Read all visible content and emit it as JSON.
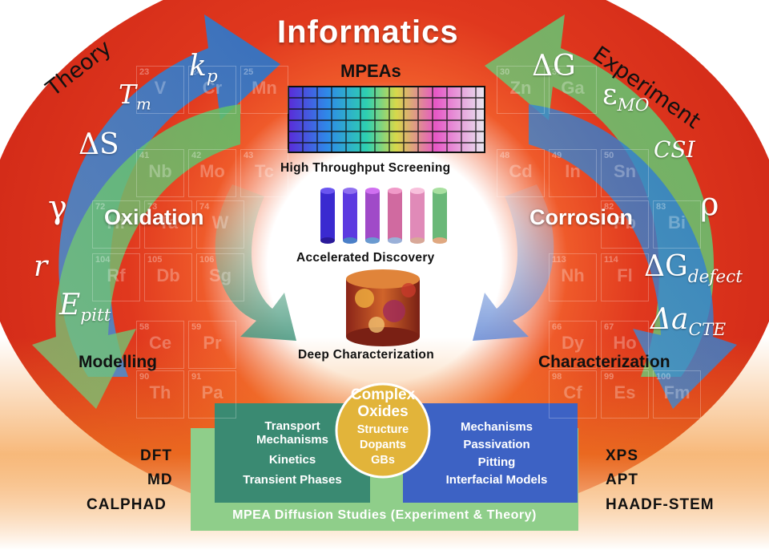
{
  "title": "Informatics",
  "header": "MPEAs",
  "left_arc_label": "Theory",
  "right_arc_label": "Experiment",
  "center_steps": {
    "screening": "High Throughput Screening",
    "discovery": "Accelerated Discovery",
    "characterization": "Deep Characterization"
  },
  "left_theme": "Oxidation",
  "right_theme": "Corrosion",
  "left_symbols": {
    "kp_base": "k",
    "kp_sub": "p",
    "tm_base": "T",
    "tm_sub": "m",
    "ds": "ΔS",
    "gamma": "γ",
    "r": "r",
    "epitt_base": "E",
    "epitt_sub": "pitt"
  },
  "right_symbols": {
    "dg": "ΔG",
    "emo_base": "ε",
    "emo_sub": "MO",
    "csi": "CSI",
    "rho": "ρ",
    "dgdef_base": "ΔG",
    "dgdef_sub": "defect",
    "dacte_base": "Δa",
    "dacte_sub": "CTE"
  },
  "left_stage": "Modelling",
  "right_stage": "Characterization",
  "left_methods": [
    "DFT",
    "MD",
    "CALPHAD"
  ],
  "right_methods": [
    "XPS",
    "APT",
    "HAADF-STEM"
  ],
  "transport_box": [
    "Transport",
    "Mechanisms",
    "Kinetics",
    "Transient Phases"
  ],
  "mechanisms_box": [
    "Mechanisms",
    "Passivation",
    "Pitting",
    "Interfacial Models"
  ],
  "oxides_circle": {
    "title_1": "Complex",
    "title_2": "Oxides",
    "items": [
      "Structure",
      "Dopants",
      "GBs"
    ]
  },
  "diffusion_bar": "MPEA Diffusion Studies (Experiment & Theory)",
  "periodic_elements": [
    {
      "n": "23",
      "s": "V"
    },
    {
      "n": "24",
      "s": "Cr"
    },
    {
      "n": "25",
      "s": "Mn"
    },
    {
      "n": "30",
      "s": "Zn"
    },
    {
      "n": "31",
      "s": "Ga"
    },
    {
      "n": "41",
      "s": "Nb"
    },
    {
      "n": "42",
      "s": "Mo"
    },
    {
      "n": "43",
      "s": "Tc"
    },
    {
      "n": "48",
      "s": "Cd"
    },
    {
      "n": "49",
      "s": "In"
    },
    {
      "n": "50",
      "s": "Sn"
    },
    {
      "n": "72",
      "s": "Hf"
    },
    {
      "n": "73",
      "s": "Ta"
    },
    {
      "n": "74",
      "s": "W"
    },
    {
      "n": "82",
      "s": "Pb"
    },
    {
      "n": "83",
      "s": "Bi"
    },
    {
      "n": "104",
      "s": "Rf"
    },
    {
      "n": "105",
      "s": "Db"
    },
    {
      "n": "106",
      "s": "Sg"
    },
    {
      "n": "113",
      "s": "Nh"
    },
    {
      "n": "114",
      "s": "Fl"
    },
    {
      "n": "58",
      "s": "Ce"
    },
    {
      "n": "59",
      "s": "Pr"
    },
    {
      "n": "66",
      "s": "Dy"
    },
    {
      "n": "67",
      "s": "Ho"
    },
    {
      "n": "90",
      "s": "Th"
    },
    {
      "n": "91",
      "s": "Pa"
    },
    {
      "n": "98",
      "s": "Cf"
    },
    {
      "n": "99",
      "s": "Es"
    },
    {
      "n": "100",
      "s": "Fm"
    }
  ],
  "colors": {
    "red": "#d9301c",
    "orange": "#f07a1e",
    "theory_arrow": "#2f86d0",
    "experiment_arrow": "#4fae66",
    "transport_box": "#3a8a72",
    "mechanisms_box": "#3d62c4",
    "oxides_circle": "#e2b43a",
    "diffusion_bar": "#8fce8a"
  }
}
